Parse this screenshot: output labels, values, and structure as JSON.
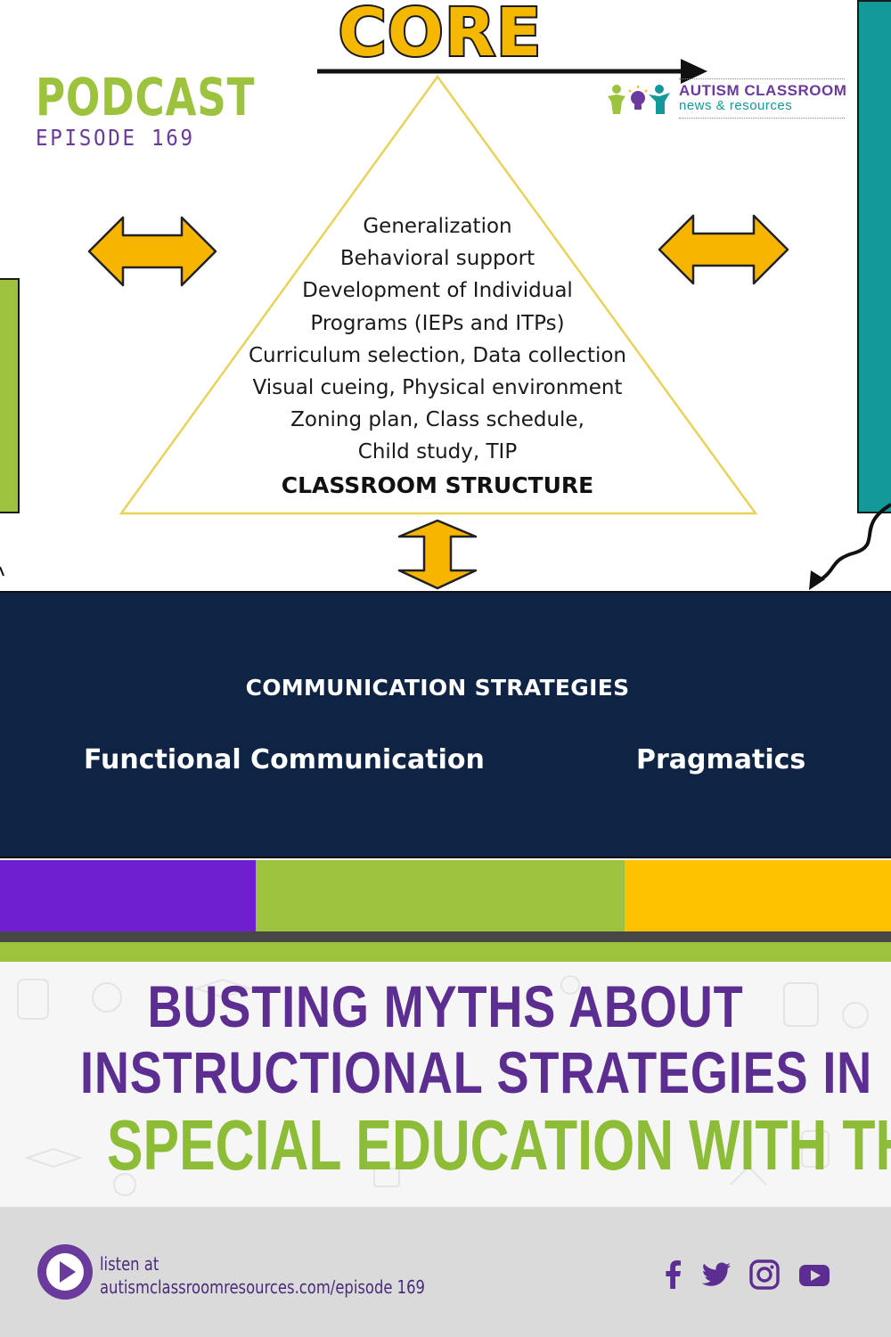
{
  "header": {
    "core_title": "CORE",
    "podcast_label": "PODCAST",
    "episode_label": "EPISODE 169"
  },
  "brand": {
    "name": "AUTISM CLASSROOM",
    "subtitle": "news & resources"
  },
  "triangle": {
    "lines": [
      "Generalization",
      "Behavioral support",
      "Development of Individual",
      "Programs (IEPs and ITPs)",
      "Curriculum selection, Data collection",
      "Visual cueing, Physical environment",
      "Zoning plan, Class schedule,",
      "Child study, TIP"
    ],
    "heading": "CLASSROOM STRUCTURE"
  },
  "communication": {
    "title": "COMMUNICATION STRATEGIES",
    "left": "Functional Communication",
    "right": "Pragmatics"
  },
  "colors": {
    "purple": "#6f1fd0",
    "green": "#9dc23d",
    "yellow": "#ffc200",
    "navy": "#0f2444",
    "teal": "#13999a",
    "title_purple": "#5c2e91"
  },
  "title": {
    "line1": "BUSTING MYTHS ABOUT",
    "line2": "INSTRUCTIONAL STRATEGIES IN",
    "line3": "SPECIAL EDUCATION WITH THE CORE"
  },
  "footer": {
    "listen_label": "listen at",
    "url": "autismclassroomresources.com/episode 169",
    "social_icons": [
      "facebook-icon",
      "twitter-icon",
      "instagram-icon",
      "youtube-icon"
    ]
  }
}
